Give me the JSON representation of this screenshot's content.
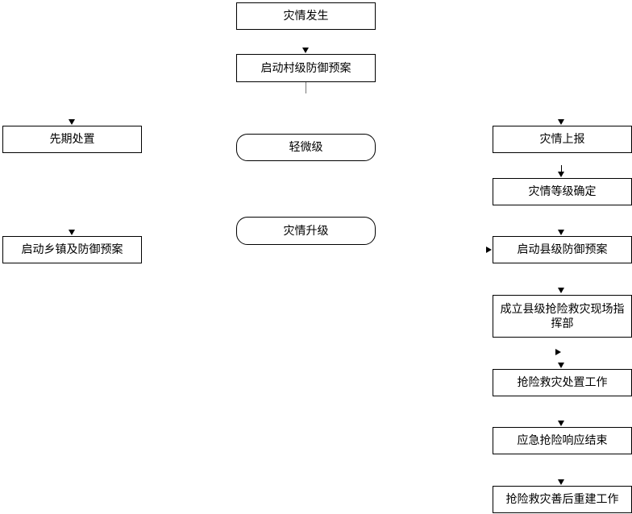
{
  "nodes": {
    "disaster_occurs": "灾情发生",
    "village_plan": "启动村级防御预案",
    "minor_level": "轻微级",
    "escalation": "灾情升级",
    "early_handling": "先期处置",
    "township_plan": "启动乡镇及防御预案",
    "report": "灾情上报",
    "level_confirm": "灾情等级确定",
    "county_plan": "启动县级防御预案",
    "command_post": "成立县级抢险救灾现场指挥部",
    "rescue_work": "抢险救灾处置工作",
    "response_end": "应急抢险响应结束",
    "rebuild": "抢险救灾善后重建工作"
  }
}
